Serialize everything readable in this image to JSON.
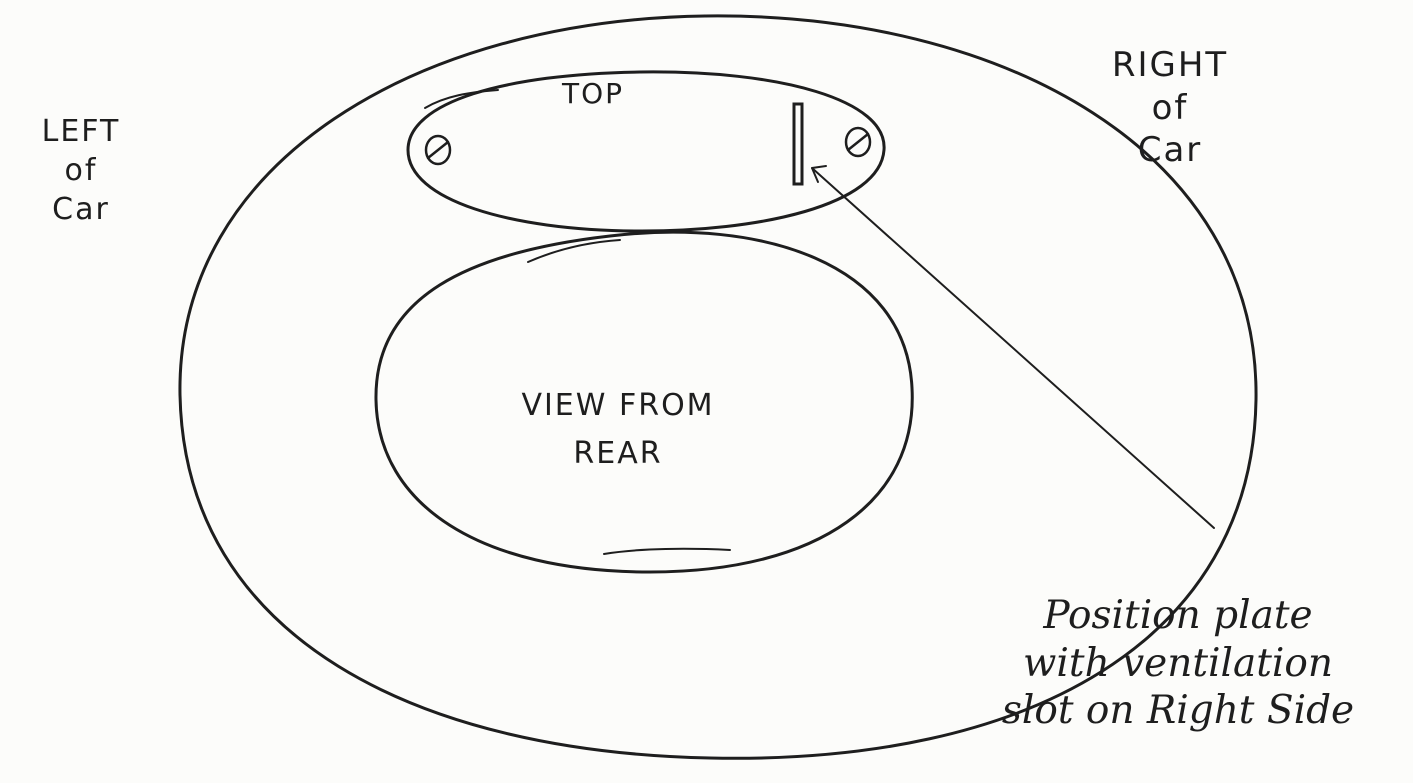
{
  "labels": {
    "left": [
      "LEFT",
      "of",
      "Car"
    ],
    "right": [
      "RIGHT",
      "of",
      "Car"
    ],
    "top": "TOP",
    "view": [
      "VIEW FROM",
      "REAR"
    ]
  },
  "note": {
    "lines": [
      "Position plate",
      "with ventilation",
      "slot on Right Side"
    ]
  },
  "colors": {
    "ink": "#1e1e1e",
    "paper": "#fcfcfa"
  }
}
